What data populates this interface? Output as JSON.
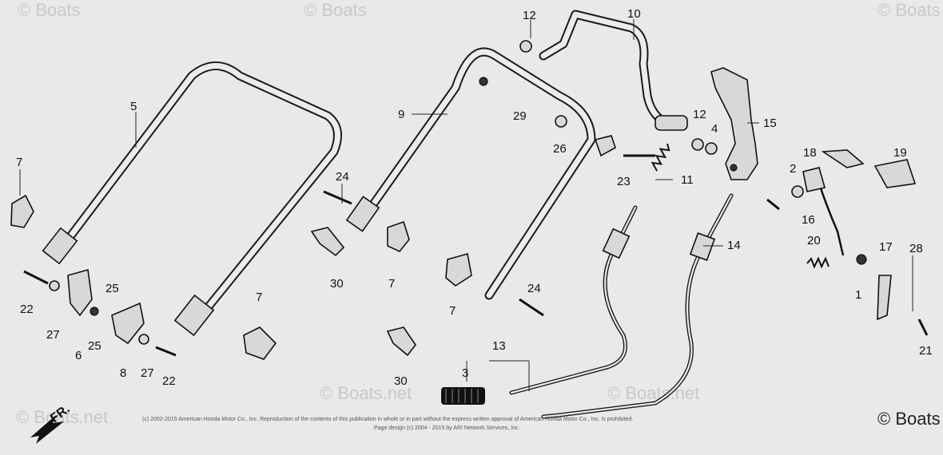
{
  "watermarks": {
    "top_left": "© Boats",
    "top_mid": "© Boats",
    "top_right": "© Boats",
    "bottom_left": "© Boats.net",
    "bottom_mid1": "© Boats.net",
    "bottom_mid2": "© Boats.net",
    "bottom_right": "© Boats"
  },
  "direction_marker": "FR.",
  "copyright": {
    "line1": "(c) 2002-2015 American Honda Motor Co., Inc. Reproduction of the contents of this publication in whole or in part without the express written approval of American Honda Motor Co., Inc. is prohibited.",
    "line2": "Page design (c) 2004 - 2015 by ARI Network Services, Inc."
  },
  "callouts": {
    "c1": "1",
    "c2": "2",
    "c3": "3",
    "c4": "4",
    "c5": "5",
    "c6": "6",
    "c7a": "7",
    "c7b": "7",
    "c7c": "7",
    "c7d": "7",
    "c8": "8",
    "c9": "9",
    "c10": "10",
    "c11": "11",
    "c12a": "12",
    "c12b": "12",
    "c13": "13",
    "c14": "14",
    "c15": "15",
    "c16": "16",
    "c17": "17",
    "c18": "18",
    "c19": "19",
    "c20": "20",
    "c21": "21",
    "c22a": "22",
    "c22b": "22",
    "c23": "23",
    "c24a": "24",
    "c24b": "24",
    "c25a": "25",
    "c25b": "25",
    "c26": "26",
    "c27a": "27",
    "c27b": "27",
    "c28": "28",
    "c29": "29",
    "c30a": "30",
    "c30b": "30"
  }
}
